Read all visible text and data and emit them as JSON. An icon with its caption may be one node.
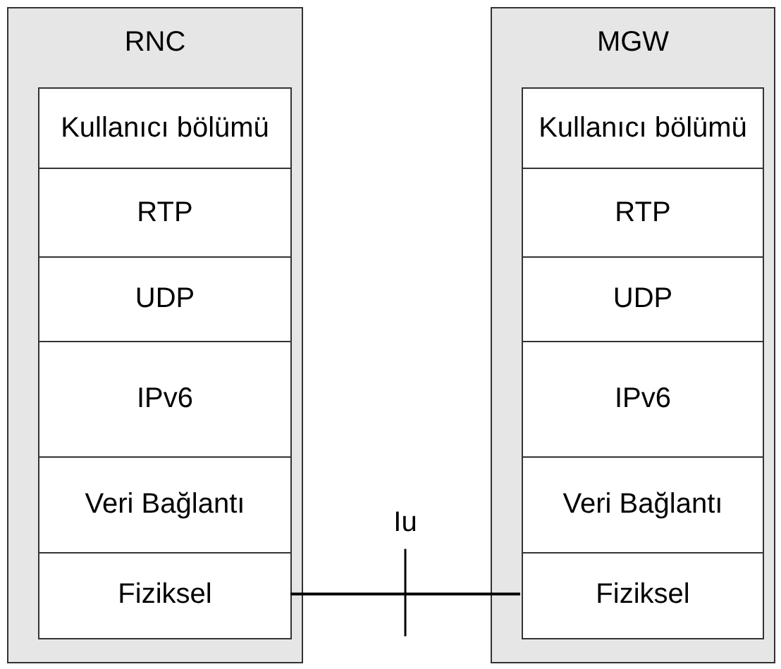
{
  "diagram": {
    "nodes": [
      {
        "text": [
          "RNC"
        ]
      },
      {
        "text": [
          "Kullanıcı bölümü"
        ],
        "in": 0
      },
      {
        "text": [
          "RTP"
        ],
        "in": 0
      },
      {
        "text": [
          "UDP"
        ],
        "in": 0
      },
      {
        "text": [
          "IPv6"
        ],
        "in": 0
      },
      {
        "text": [
          "Veri Bağlantı"
        ],
        "in": 0
      },
      {
        "text": [
          "Fiziksel"
        ],
        "in": 0
      },
      {
        "text": [
          "MGW"
        ]
      },
      {
        "text": [
          "Kullanıcı bölümü"
        ],
        "in": 7
      },
      {
        "text": [
          "RTP"
        ],
        "in": 7
      },
      {
        "text": [
          "UDP"
        ],
        "in": 7
      },
      {
        "text": [
          "IPv6"
        ],
        "in": 7
      },
      {
        "text": [
          "Veri Bağlantı"
        ],
        "in": 7
      },
      {
        "text": [
          "Fiziksel"
        ],
        "in": 7
      }
    ],
    "edges": [
      {
        "from": 6,
        "to": 13,
        "arrow": "none",
        "label": "Iu"
      }
    ]
  }
}
